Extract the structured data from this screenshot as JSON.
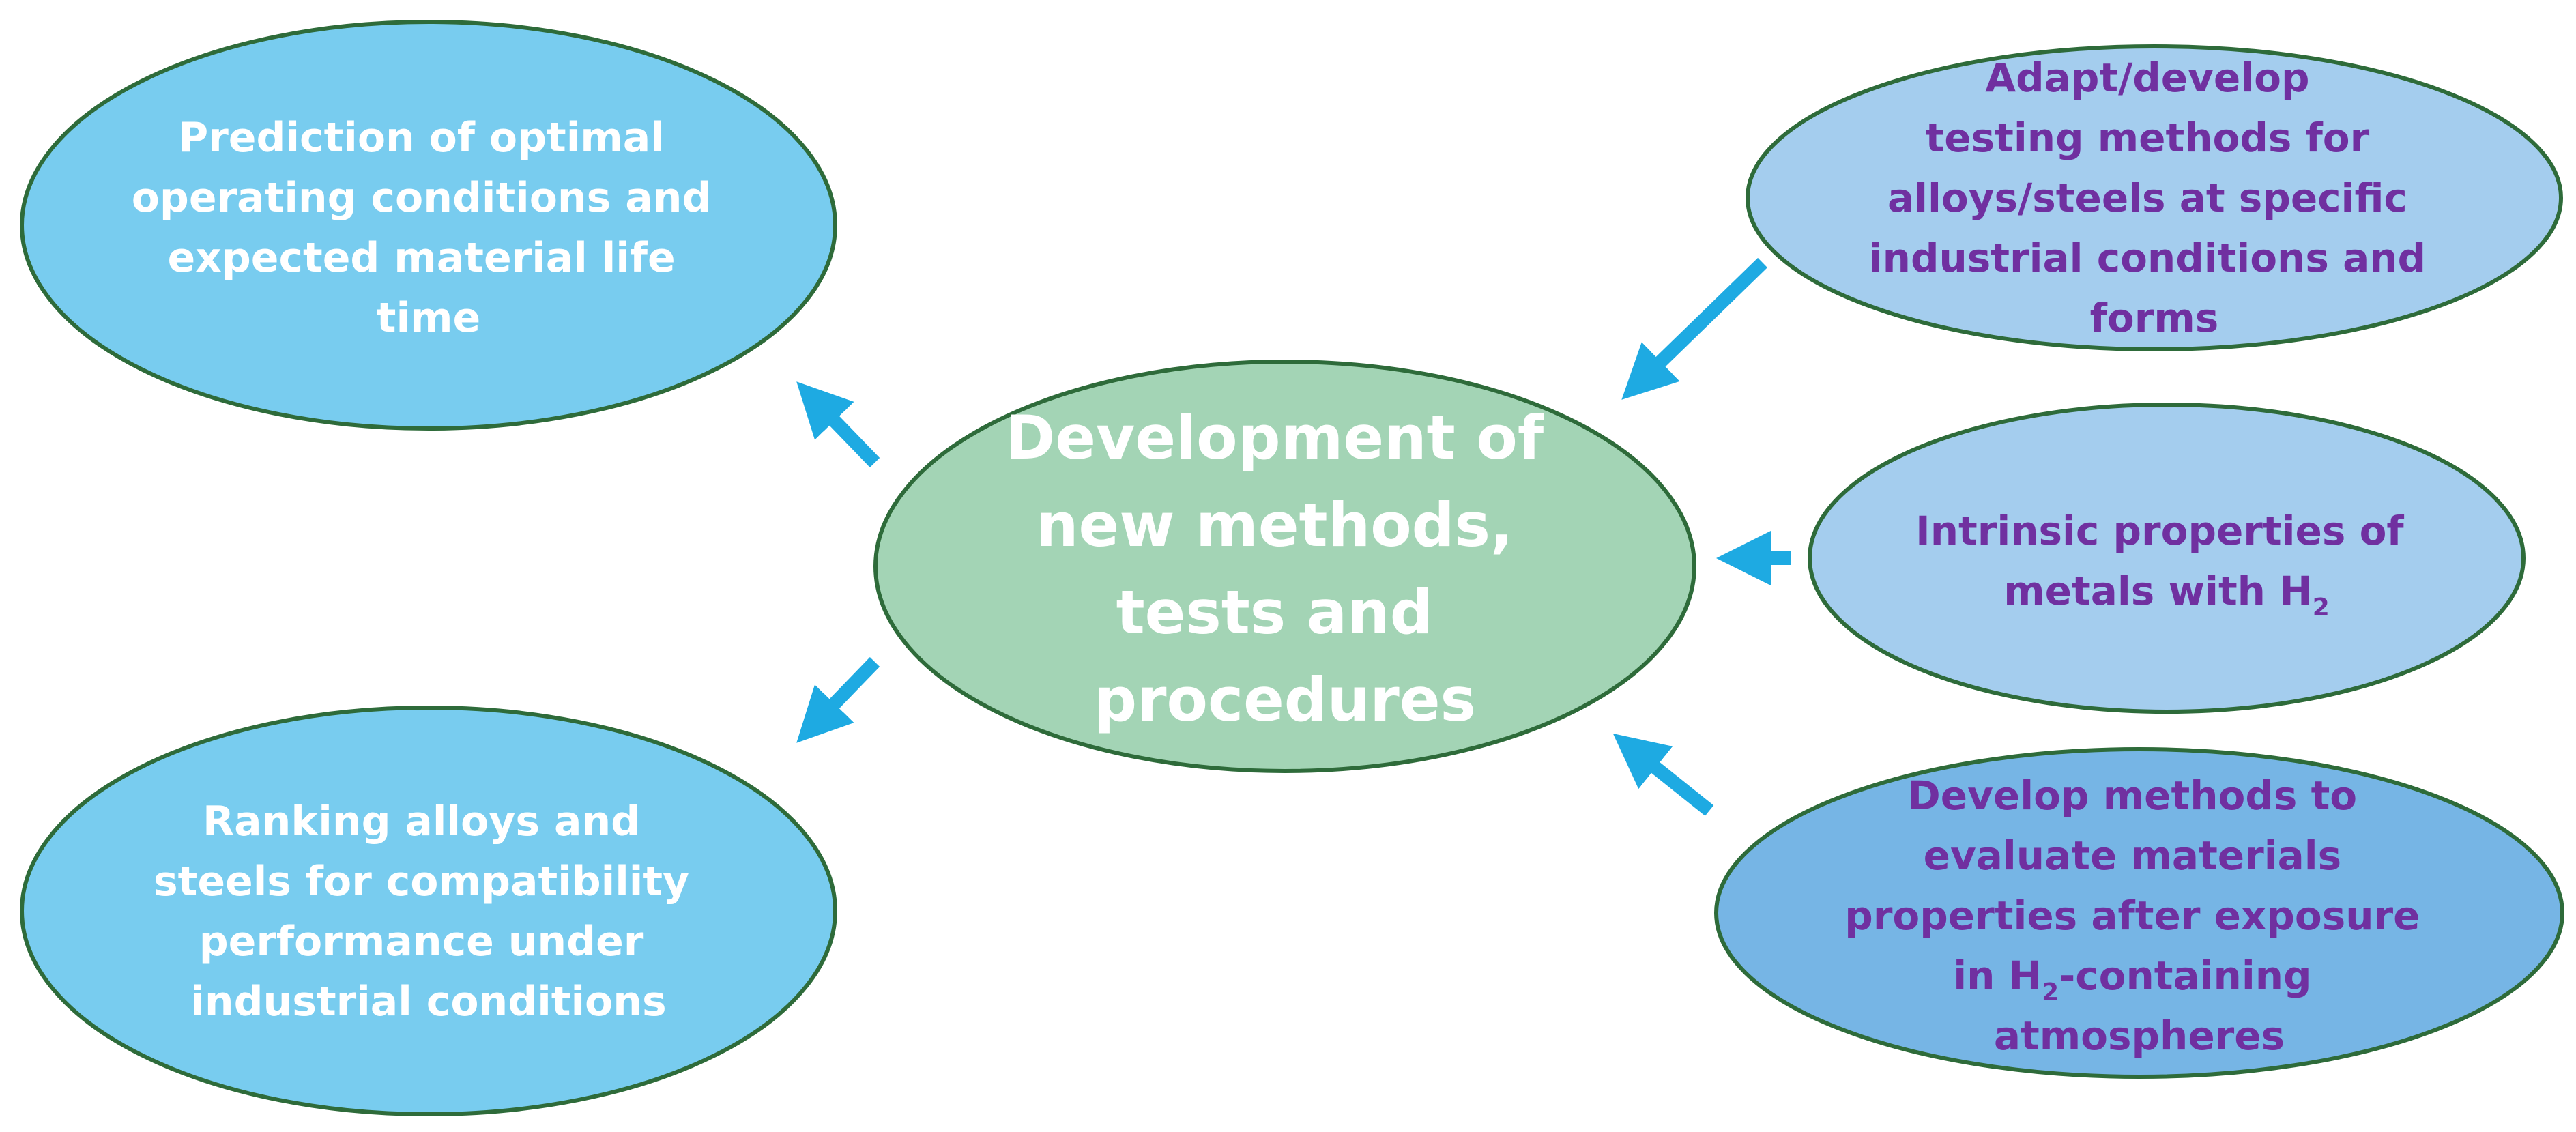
{
  "diagram": {
    "center": {
      "lines": [
        "Development of",
        "new methods,",
        "tests and",
        "procedures"
      ]
    },
    "nodes": {
      "prediction": {
        "lines": [
          "Prediction of optimal",
          "operating conditions and",
          "expected material life",
          "time"
        ]
      },
      "ranking": {
        "lines": [
          "Ranking alloys and",
          "steels for compatibility",
          "performance under",
          "industrial conditions"
        ]
      },
      "adapt": {
        "lines": [
          "Adapt/develop",
          "testing methods for",
          "alloys/steels at specific",
          "industrial conditions and",
          "forms"
        ]
      },
      "intrinsic": {
        "line1": "Intrinsic properties of",
        "line2_text": "metals with H",
        "line2_sub": "2"
      },
      "develop": {
        "line1": "Develop methods to",
        "line2": "evaluate materials",
        "line3": "properties after exposure",
        "line4_pre": "in H",
        "line4_sub": "2",
        "line4_post": "-containing",
        "line5": "atmospheres"
      }
    },
    "colors": {
      "center_fill": "#a3d4b5",
      "light_blue_fill": "#78ccef",
      "pale_blue_fill": "#a4cdee",
      "mid_blue_fill": "#76b5e5",
      "stroke": "#2e6b3a",
      "arrow": "#1eaae2",
      "white_text": "#ffffff",
      "purple_text": "#7030a0"
    }
  }
}
